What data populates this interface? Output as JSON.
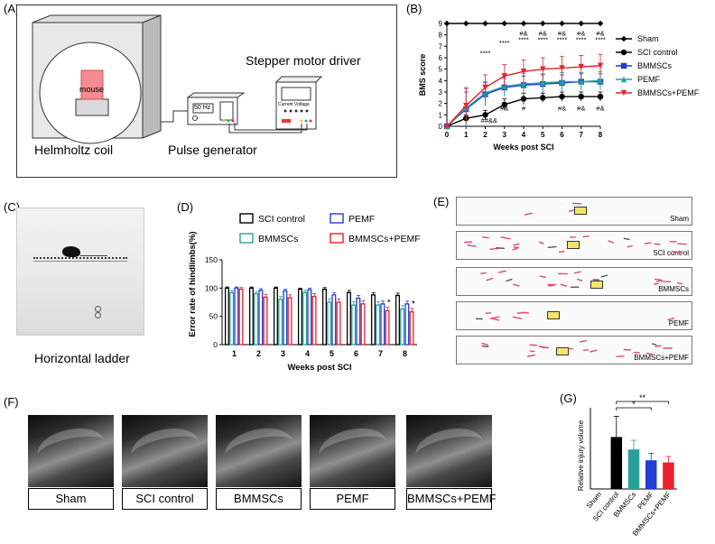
{
  "panels": {
    "A": "(A)",
    "B": "(B)",
    "C": "(C)",
    "D": "(D)",
    "E": "(E)",
    "F": "(F)",
    "G": "(G)"
  },
  "panelA": {
    "helmholtz": "Helmholtz coil",
    "pulse": "Pulse generator",
    "stepper": "Stepper motor driver",
    "mouse": "mouse",
    "hz": "50 Hz",
    "current_voltage": "Current  Voltage"
  },
  "panelC": {
    "caption": "Horizontal ladder"
  },
  "panelE": {
    "labels": [
      "Sham",
      "SCI control",
      "BMMSCs",
      "PEMF",
      "BMMSCs+PEMF"
    ]
  },
  "panelF": {
    "labels": [
      "Sham",
      "SCI control",
      "BMMSCs",
      "PEMF",
      "BMMSCs+PEMF"
    ]
  },
  "chart_data": [
    {
      "type": "line",
      "id": "B",
      "xlabel": "Weeks post SCI",
      "ylabel": "BMS score",
      "x": [
        0,
        1,
        2,
        3,
        4,
        5,
        6,
        7,
        8
      ],
      "xlim": [
        0,
        8
      ],
      "ylim": [
        0,
        9
      ],
      "yticks": [
        0,
        1,
        2,
        3,
        4,
        5,
        6,
        7,
        8,
        9
      ],
      "series": [
        {
          "name": "Sham",
          "color": "#000000",
          "marker": "diamond",
          "values": [
            9,
            9,
            9,
            9,
            9,
            9,
            9,
            9,
            9
          ],
          "err": [
            0,
            0,
            0,
            0,
            0,
            0,
            0,
            0,
            0
          ]
        },
        {
          "name": "SCI control",
          "color": "#000000",
          "marker": "circle",
          "values": [
            0,
            0.7,
            1.0,
            1.9,
            2.4,
            2.5,
            2.6,
            2.6,
            2.6
          ],
          "err": [
            0,
            0.3,
            0.4,
            0.5,
            0.5,
            0.4,
            0.4,
            0.4,
            0.4
          ]
        },
        {
          "name": "BMMSCs",
          "color": "#1f3fd6",
          "marker": "square",
          "values": [
            0,
            1.5,
            2.8,
            3.4,
            3.6,
            3.7,
            3.8,
            3.9,
            3.9
          ],
          "err": [
            0,
            1.5,
            1.0,
            0.8,
            0.8,
            0.8,
            0.7,
            0.7,
            0.7
          ]
        },
        {
          "name": "PEMF",
          "color": "#2aa198",
          "marker": "triangle",
          "values": [
            0,
            1.6,
            2.9,
            3.5,
            3.7,
            3.8,
            3.9,
            3.9,
            4.0
          ],
          "err": [
            0,
            1.8,
            1.0,
            0.9,
            0.9,
            0.8,
            0.8,
            0.8,
            0.8
          ]
        },
        {
          "name": "BMMSCs+PEMF",
          "color": "#e8202a",
          "marker": "triangle-down",
          "values": [
            0,
            1.8,
            3.4,
            4.4,
            4.8,
            5.0,
            5.1,
            5.2,
            5.3
          ],
          "err": [
            0,
            1.5,
            1.1,
            1.0,
            1.0,
            1.0,
            1.0,
            1.0,
            1.0
          ]
        }
      ],
      "annotations": [
        {
          "x": 2,
          "y": 6.2,
          "text": "****"
        },
        {
          "x": 3,
          "y": 7.1,
          "text": "****"
        },
        {
          "x": 4,
          "y": 7.95,
          "text": "#&"
        },
        {
          "x": 4,
          "y": 7.4,
          "text": "****"
        },
        {
          "x": 5,
          "y": 7.95,
          "text": "#&"
        },
        {
          "x": 5,
          "y": 7.4,
          "text": "****"
        },
        {
          "x": 6,
          "y": 7.95,
          "text": "#&"
        },
        {
          "x": 6,
          "y": 7.4,
          "text": "****"
        },
        {
          "x": 7,
          "y": 7.95,
          "text": "#&"
        },
        {
          "x": 7,
          "y": 7.4,
          "text": "****"
        },
        {
          "x": 8,
          "y": 7.95,
          "text": "#&"
        },
        {
          "x": 8,
          "y": 7.4,
          "text": "****"
        },
        {
          "x": 3,
          "y": 1.4,
          "text": "#&"
        },
        {
          "x": 4,
          "y": 1.4,
          "text": "#"
        },
        {
          "x": 2.2,
          "y": 0.3,
          "text": "##&&"
        },
        {
          "x": 6,
          "y": 1.4,
          "text": "#&"
        },
        {
          "x": 7,
          "y": 1.4,
          "text": "#&"
        },
        {
          "x": 8,
          "y": 1.4,
          "text": "#&"
        }
      ]
    },
    {
      "type": "bar",
      "id": "D",
      "xlabel": "Weeks post SCI",
      "ylabel": "Error rate of hindlimbs(%)",
      "categories": [
        "1",
        "2",
        "3",
        "4",
        "5",
        "6",
        "7",
        "8"
      ],
      "ylim": [
        0,
        150
      ],
      "yticks": [
        0,
        50,
        100,
        150
      ],
      "series": [
        {
          "name": "SCI control",
          "color": "#000000",
          "values": [
            100,
            100,
            100,
            98,
            98,
            92,
            88,
            87
          ],
          "err": [
            2,
            2,
            2,
            2,
            3,
            4,
            4,
            4
          ]
        },
        {
          "name": "BMMSCs",
          "color": "#2aa198",
          "values": [
            92,
            90,
            80,
            92,
            75,
            70,
            70,
            63
          ],
          "err": [
            4,
            4,
            5,
            4,
            6,
            6,
            6,
            6
          ]
        },
        {
          "name": "PEMF",
          "color": "#1f3fd6",
          "values": [
            100,
            96,
            95,
            97,
            88,
            82,
            72,
            72
          ],
          "err": [
            2,
            3,
            3,
            3,
            4,
            5,
            5,
            5
          ]
        },
        {
          "name": "BMMSCs+PEMF",
          "color": "#e8202a",
          "values": [
            98,
            84,
            83,
            85,
            75,
            72,
            60,
            58
          ],
          "err": [
            3,
            5,
            5,
            5,
            6,
            6,
            6,
            6
          ]
        }
      ],
      "annotations": [
        {
          "category": "7",
          "text": "*"
        },
        {
          "category": "8",
          "text": "*"
        }
      ]
    },
    {
      "type": "bar",
      "id": "G",
      "ylabel": "Relative injury volume",
      "categories": [
        "Sham",
        "SCI control",
        "BMMSCs",
        "PEMF",
        "BMMSCs+PEMF"
      ],
      "colors": [
        "#000000",
        "#000000",
        "#2aa198",
        "#1f3fd6",
        "#e8202a"
      ],
      "values": [
        0,
        96,
        73,
        53,
        49
      ],
      "err": [
        0,
        38,
        17,
        13,
        11
      ],
      "ylim": [
        0,
        150
      ],
      "brackets": [
        {
          "from": "SCI control",
          "to": "PEMF",
          "text": "*"
        },
        {
          "from": "SCI control",
          "to": "BMMSCs+PEMF",
          "text": "**"
        }
      ]
    }
  ]
}
